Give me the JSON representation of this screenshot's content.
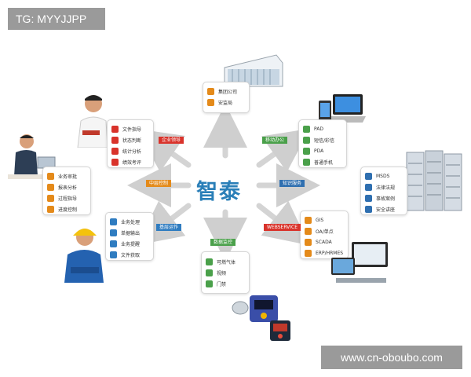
{
  "watermark_top": "TG: MYYJJPP",
  "watermark_bottom": "www.cn-oboubo.com",
  "center_title": "智泰",
  "colors": {
    "accent": "#2a7fb8",
    "tag_red": "#d9332b",
    "tag_orange": "#e48a1a",
    "tag_green": "#4aa04a",
    "tag_blue": "#2f7cc0"
  },
  "tags": {
    "top_left": "企业领导",
    "mid_left": "中层控制",
    "bottom_left": "基层运作",
    "top_right": "移动办公",
    "mid_right": "知识服务",
    "bottom_right": "WEBSERVICE",
    "bottom_center": "数据监控"
  },
  "cards": {
    "top": [
      "集团公司",
      "安监局"
    ],
    "leader": [
      "文件指导",
      "状态判断",
      "统计分析",
      "绩效考评"
    ],
    "middle": [
      "业务审批",
      "报表分析",
      "过程指导",
      "进度控制"
    ],
    "worker": [
      "业务处理",
      "单据输出",
      "业务提醒",
      "文件获取"
    ],
    "mobile": [
      "PAD",
      "短信/彩信",
      "PDA",
      "普通手机"
    ],
    "knowledge": [
      "MSDS",
      "法律法规",
      "事故案例",
      "安全讲座"
    ],
    "webservice": [
      "GIS",
      "OA/单点",
      "SCADA",
      "ERP/HRMES"
    ],
    "monitor": [
      "可燃气体",
      "视频",
      "门禁"
    ]
  }
}
